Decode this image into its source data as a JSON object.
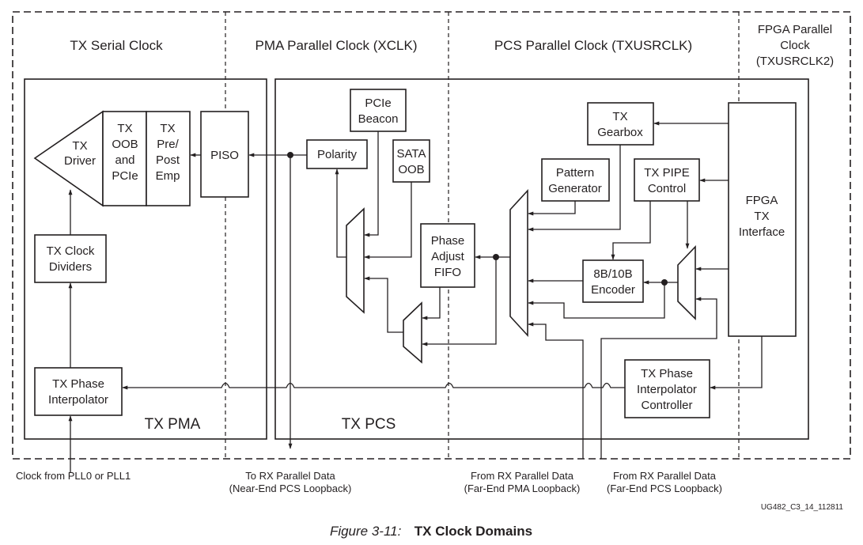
{
  "domains": {
    "tx_serial_clock": "TX Serial Clock",
    "pma_parallel_clock": "PMA Parallel Clock (XCLK)",
    "pcs_parallel_clock": "PCS Parallel Clock (TXUSRCLK)",
    "fpga_parallel_clock": [
      "FPGA Parallel",
      "Clock",
      "(TXUSRCLK2)"
    ]
  },
  "regions": {
    "tx_pma": "TX PMA",
    "tx_pcs": "TX PCS"
  },
  "blocks": {
    "tx_driver": [
      "TX",
      "Driver"
    ],
    "tx_oob": [
      "TX",
      "OOB",
      "and",
      "PCIe"
    ],
    "tx_pre_post": [
      "TX",
      "Pre/",
      "Post",
      "Emp"
    ],
    "piso": "PISO",
    "tx_clock_dividers": [
      "TX Clock",
      "Dividers"
    ],
    "tx_phase_interpolator": [
      "TX Phase",
      "Interpolator"
    ],
    "polarity": "Polarity",
    "pcie_beacon": [
      "PCIe",
      "Beacon"
    ],
    "sata_oob": [
      "SATA",
      "OOB"
    ],
    "phase_adjust_fifo": [
      "Phase",
      "Adjust",
      "FIFO"
    ],
    "pattern_generator": [
      "Pattern",
      "Generator"
    ],
    "tx_gearbox": [
      "TX",
      "Gearbox"
    ],
    "tx_pipe_control": [
      "TX PIPE",
      "Control"
    ],
    "encoder": [
      "8B/10B",
      "Encoder"
    ],
    "fpga_tx_interface": [
      "FPGA",
      "TX",
      "Interface"
    ],
    "tx_phase_interp_ctrl": [
      "TX Phase",
      "Interpolator",
      "Controller"
    ]
  },
  "external": {
    "clock_source": "Clock from PLL0 or PLL1",
    "to_rx": [
      "To RX Parallel Data",
      "(Near-End PCS Loopback)"
    ],
    "from_rx_pma": [
      "From RX Parallel Data",
      "(Far-End PMA Loopback)"
    ],
    "from_rx_pcs": [
      "From RX Parallel Data",
      "(Far-End PCS Loopback)"
    ]
  },
  "figure_id": "UG482_C3_14_112811",
  "caption": {
    "number": "Figure 3-11:",
    "title": "TX Clock Domains"
  }
}
